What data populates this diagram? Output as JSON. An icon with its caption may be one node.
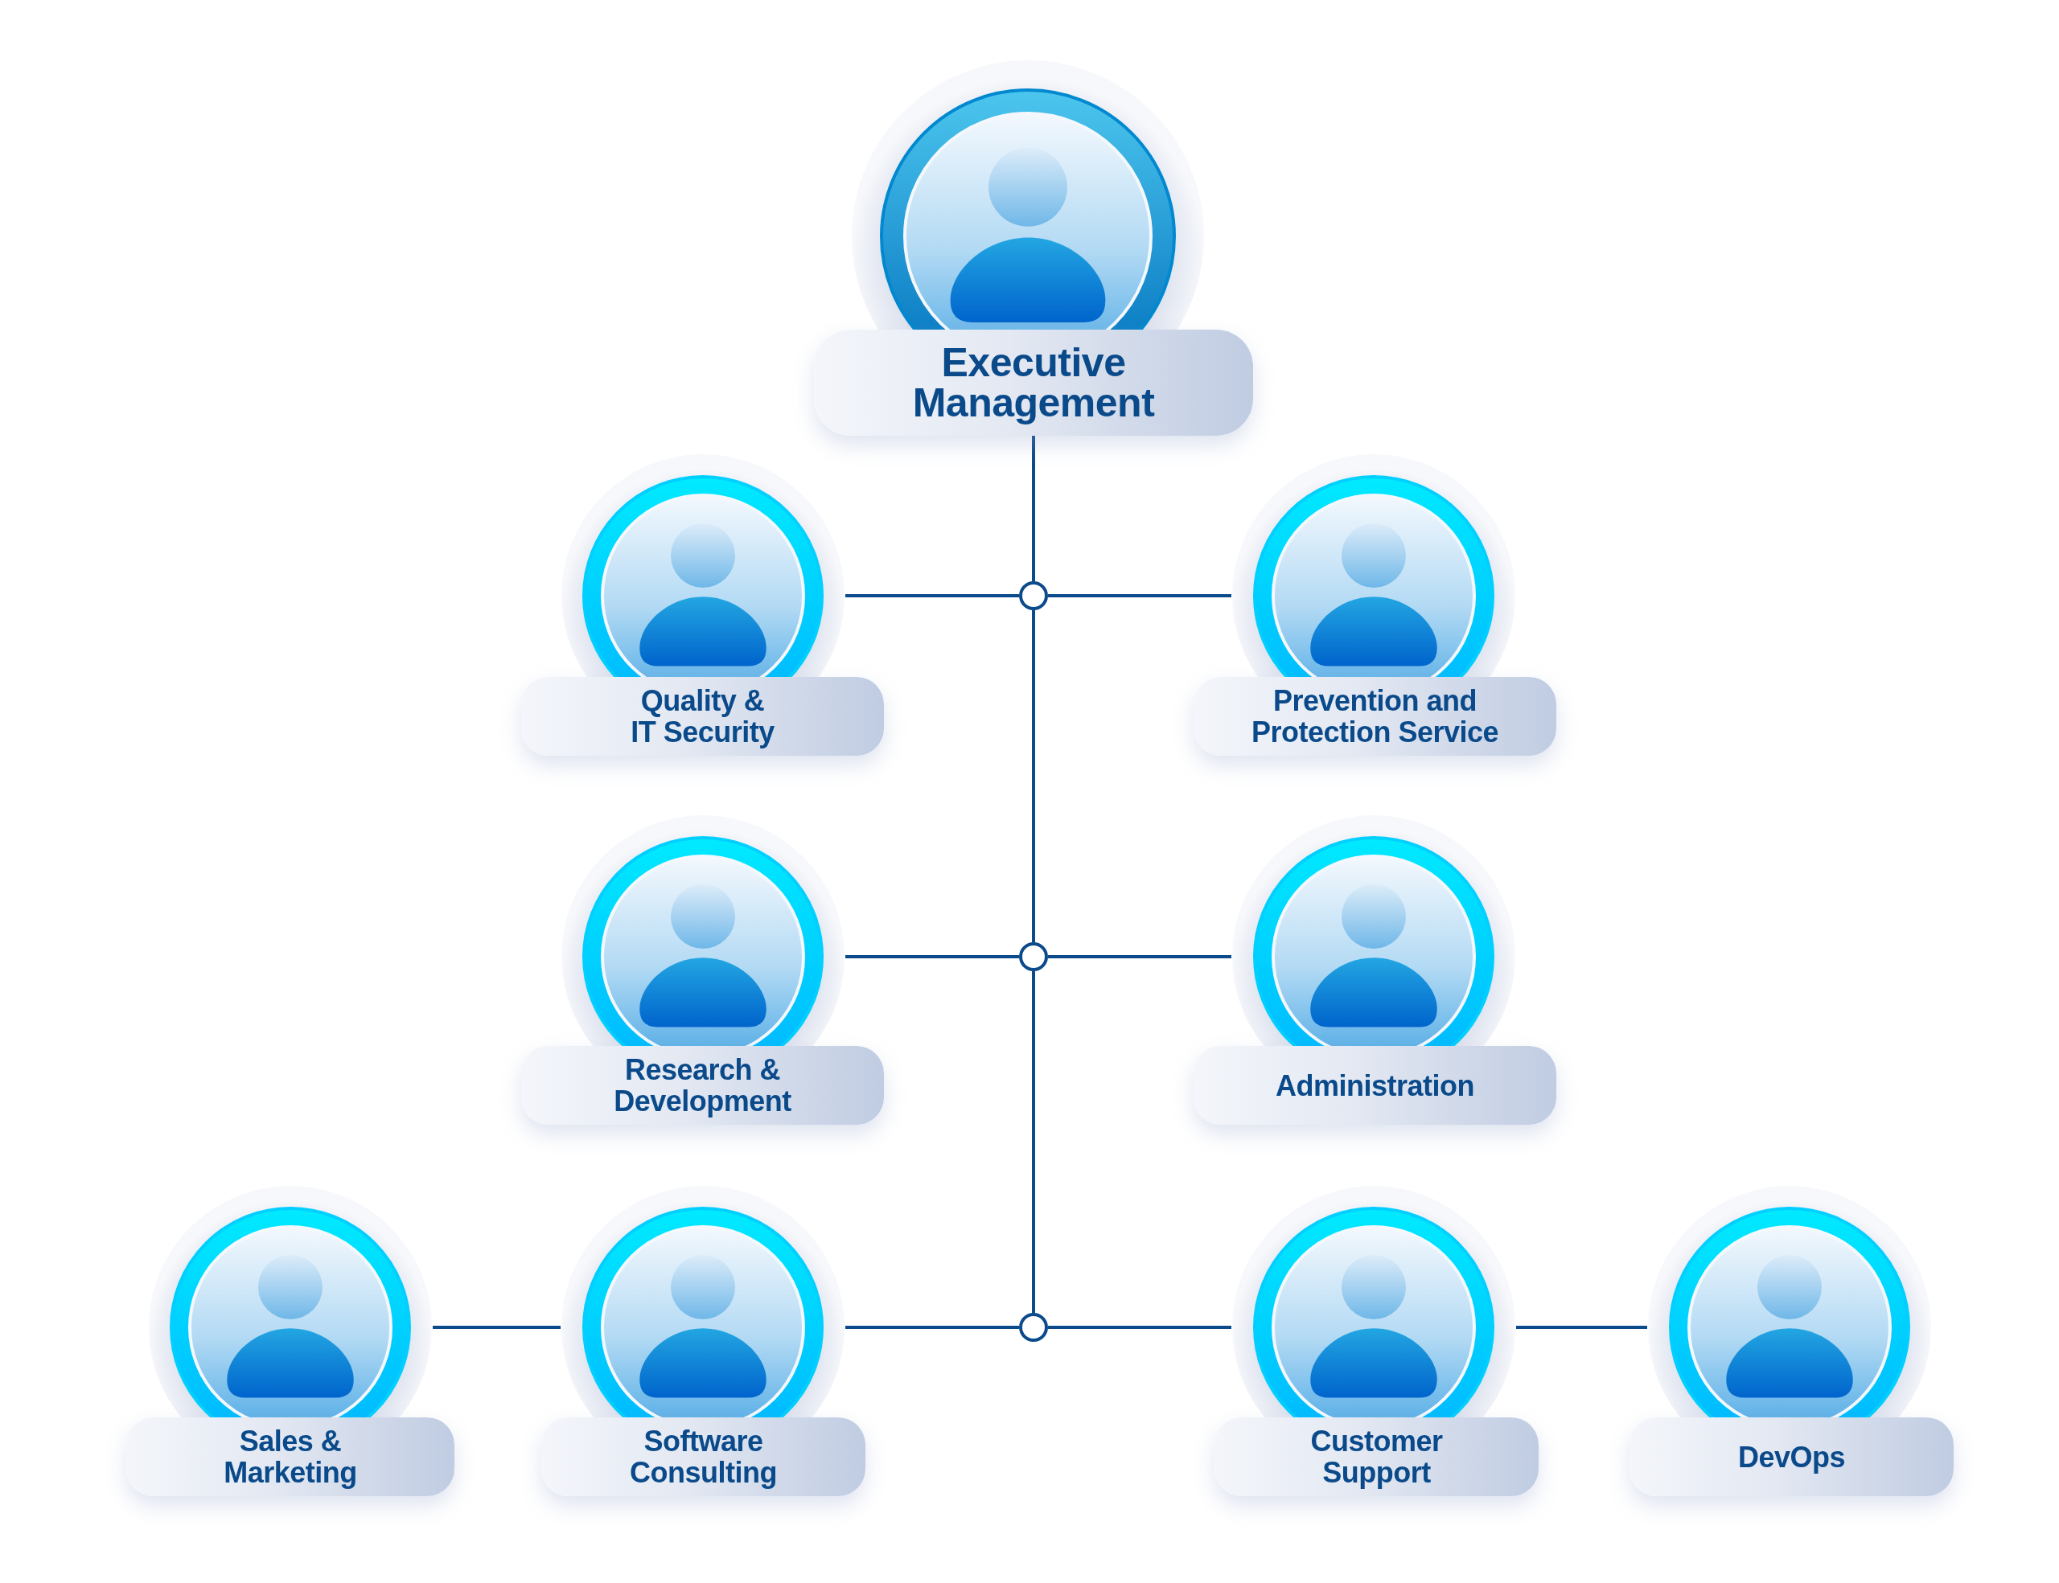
{
  "diagram": {
    "nodes": [
      {
        "text": [
          "Executive Management"
        ]
      },
      {
        "text": [
          "Quality & IT Security"
        ]
      },
      {
        "text": [
          "Prevention and Protection Service"
        ]
      },
      {
        "text": [
          "Research & Development"
        ]
      },
      {
        "text": [
          "Administration"
        ]
      },
      {
        "text": [
          "Sales & Marketing"
        ]
      },
      {
        "text": [
          "Software Consulting"
        ]
      },
      {
        "text": [
          "Customer Support"
        ]
      },
      {
        "text": [
          "DevOps"
        ]
      },
      {
        "text": [],
        "shape": "circle"
      },
      {
        "text": [],
        "shape": "circle"
      },
      {
        "text": [],
        "shape": "circle"
      }
    ],
    "edges": [
      {
        "from": 0,
        "to": 9,
        "arrow": "none"
      },
      {
        "from": 9,
        "to": 1,
        "arrow": "none"
      },
      {
        "from": 9,
        "to": 2,
        "arrow": "none"
      },
      {
        "from": 9,
        "to": 10,
        "arrow": "none"
      },
      {
        "from": 10,
        "to": 3,
        "arrow": "none"
      },
      {
        "from": 10,
        "to": 4,
        "arrow": "none"
      },
      {
        "from": 10,
        "to": 11,
        "arrow": "none"
      },
      {
        "from": 11,
        "to": 6,
        "arrow": "none"
      },
      {
        "from": 11,
        "to": 7,
        "arrow": "none"
      },
      {
        "from": 6,
        "to": 5,
        "arrow": "none"
      },
      {
        "from": 7,
        "to": 8,
        "arrow": "none"
      }
    ]
  }
}
